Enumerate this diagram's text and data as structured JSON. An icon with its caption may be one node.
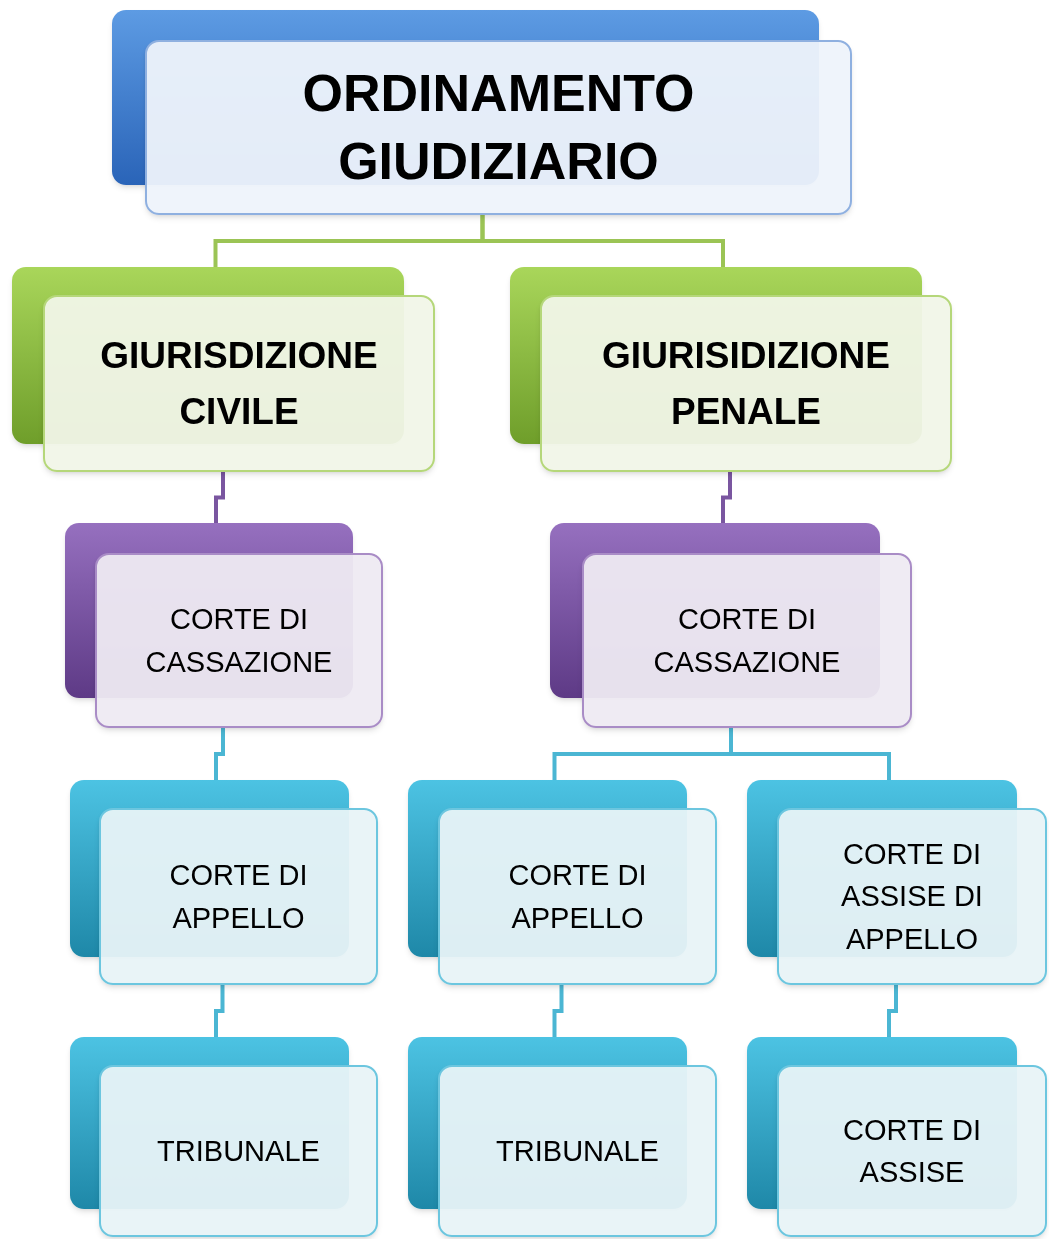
{
  "diagram": {
    "nodes": [
      {
        "text": [
          "ORDINAMENTO GIUDIZIARIO"
        ]
      },
      {
        "text": [
          "GIURISDIZIONE CIVILE"
        ]
      },
      {
        "text": [
          "GIURISIDIZIONE PENALE"
        ]
      },
      {
        "text": [
          "CORTE DI CASSAZIONE"
        ]
      },
      {
        "text": [
          "CORTE DI CASSAZIONE"
        ]
      },
      {
        "text": [
          "CORTE DI APPELLO"
        ]
      },
      {
        "text": [
          "CORTE DI APPELLO"
        ]
      },
      {
        "text": [
          "CORTE DI ASSISE DI APPELLO"
        ]
      },
      {
        "text": [
          "TRIBUNALE"
        ]
      },
      {
        "text": [
          "TRIBUNALE"
        ]
      },
      {
        "text": [
          "CORTE DI ASSISE"
        ]
      }
    ],
    "edges": [
      {
        "from": 0,
        "to": 1,
        "arrow": "none",
        "color": "#9bc455"
      },
      {
        "from": 0,
        "to": 2,
        "arrow": "none",
        "color": "#9bc455"
      },
      {
        "from": 1,
        "to": 3,
        "arrow": "none",
        "color": "#7a56a0"
      },
      {
        "from": 2,
        "to": 4,
        "arrow": "none",
        "color": "#7a56a0"
      },
      {
        "from": 3,
        "to": 5,
        "arrow": "none"
      },
      {
        "from": 4,
        "to": 6,
        "arrow": "none"
      },
      {
        "from": 4,
        "to": 7,
        "arrow": "none"
      },
      {
        "from": 5,
        "to": 8,
        "arrow": "none"
      },
      {
        "from": 6,
        "to": 9,
        "arrow": "none"
      },
      {
        "from": 7,
        "to": 10,
        "arrow": "none"
      }
    ]
  }
}
